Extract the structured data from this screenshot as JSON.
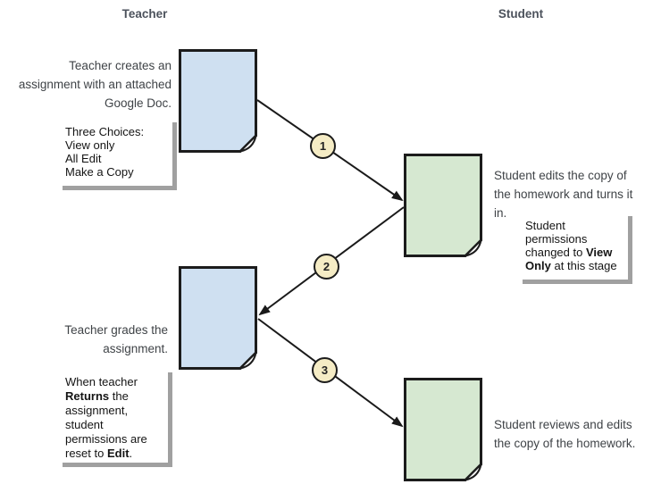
{
  "headers": {
    "teacher": "Teacher",
    "student": "Student"
  },
  "steps": [
    "1",
    "2",
    "3"
  ],
  "labels": {
    "teacher_creates": [
      "Teacher creates an",
      "assignment with an attached",
      "Google Doc."
    ],
    "student_edits": [
      "Student edits the copy of",
      "the homework and turns it",
      "in."
    ],
    "teacher_grades": [
      "Teacher grades the",
      "assignment."
    ],
    "student_reviews": [
      "Student reviews and edits",
      "the copy of the homework."
    ]
  },
  "callouts": {
    "three_choices": {
      "lines": [
        "Three Choices:",
        "View only",
        "All Edit",
        "Make a Copy"
      ]
    },
    "view_only": {
      "l1": "Student",
      "l2": "permissions",
      "l3_pre": "changed to ",
      "l3_bold": "View",
      "l4_bold": "Only",
      "l4_post": " at this stage"
    },
    "returns": {
      "l1": "When teacher",
      "l2_bold": "Returns",
      "l2_post": " the",
      "l3": "assignment,",
      "l4": "student",
      "l5": "permissions are",
      "l6_pre": "reset to ",
      "l6_bold": "Edit",
      "l6_post": "."
    }
  },
  "colors": {
    "page_bg": "#ffffff",
    "doc_blue_fill": "#cfe0f1",
    "doc_green_fill": "#d6e8d1",
    "doc_outline": "#1c1c1c",
    "fold_fill": "#fcfcfc",
    "step_circle_fill": "#f5ecc5",
    "step_circle_outline": "#1c1c1c",
    "arrow_color": "#1a1a1a",
    "header_text": "#4c525c",
    "label_text": "#3f4347",
    "callout_text": "#141414",
    "callout_bg": "#ffffff",
    "callout_shadow": "#a0a0a0"
  }
}
